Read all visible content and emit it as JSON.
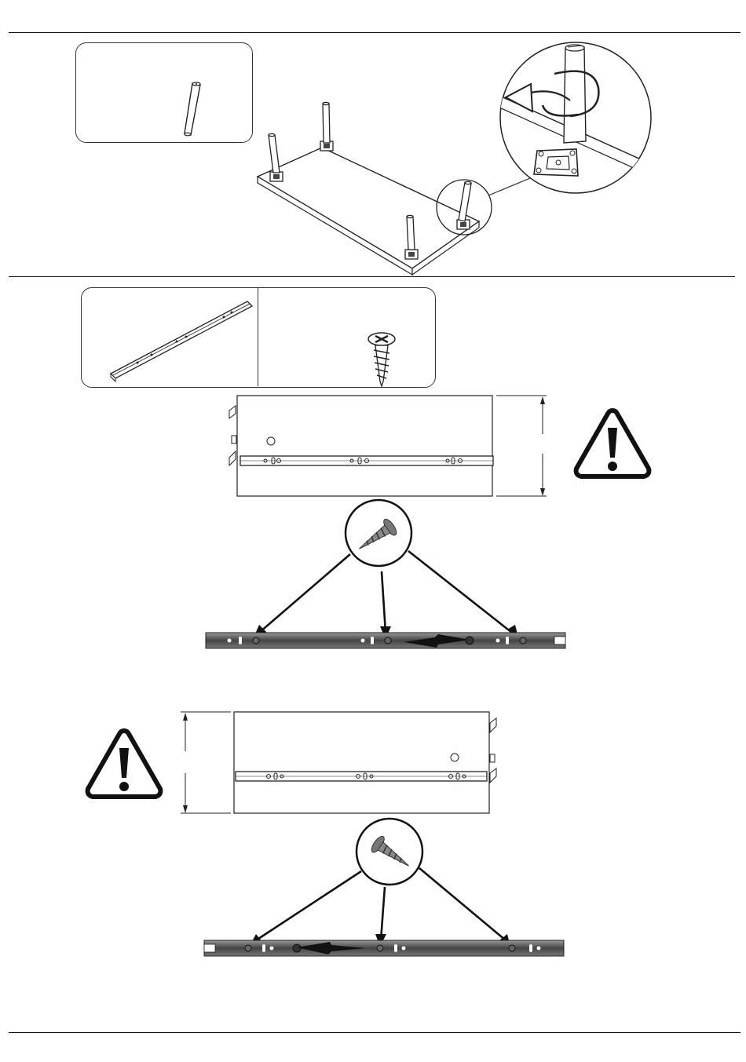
{
  "document": {
    "type": "assembly-instructions",
    "sections": [
      {
        "id": "legs",
        "parts": [
          "leg"
        ],
        "icons": [
          "leg-icon",
          "leg-plate-icon",
          "rotate-arrow-icon",
          "magnifier-circle-icon"
        ]
      },
      {
        "id": "rails",
        "parts": [
          "drawer-rail",
          "wood-screw"
        ],
        "icons": [
          "rail-icon",
          "screw-icon",
          "warning-icon",
          "arrow-icon"
        ]
      }
    ],
    "colors": {
      "ink": "#111111",
      "rail_fill": "#555555",
      "paper": "#ffffff"
    }
  }
}
